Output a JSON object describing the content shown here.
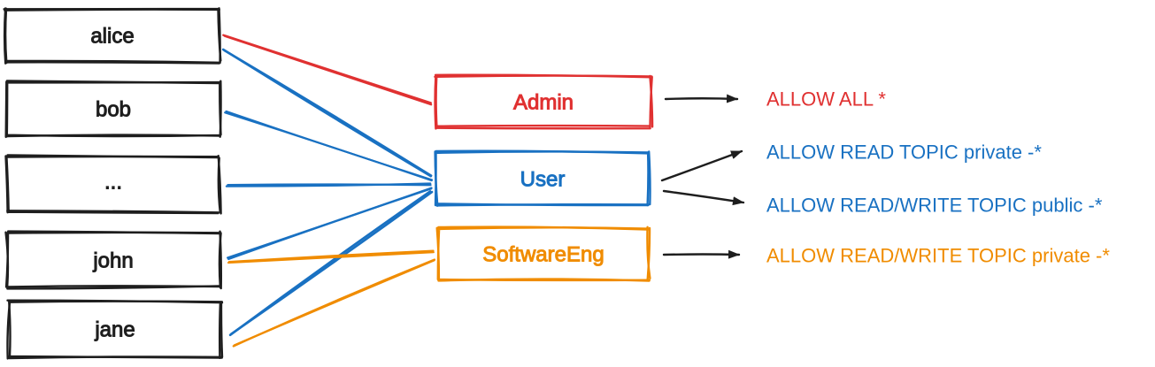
{
  "colors": {
    "background": "#ffffff",
    "ink": "#1e1e1e",
    "red": "#e03131",
    "blue": "#1971c2",
    "orange": "#f08c00"
  },
  "users": [
    {
      "label": "alice"
    },
    {
      "label": "bob"
    },
    {
      "label": "..."
    },
    {
      "label": "john"
    },
    {
      "label": "jane"
    }
  ],
  "roles": [
    {
      "label": "Admin",
      "color": "#e03131"
    },
    {
      "label": "User",
      "color": "#1971c2"
    },
    {
      "label": "SoftwareEng",
      "color": "#f08c00"
    }
  ],
  "permissions": [
    {
      "label": "ALLOW ALL *",
      "color": "#e03131",
      "role": "Admin"
    },
    {
      "label": "ALLOW READ TOPIC private -*",
      "color": "#1971c2",
      "role": "User"
    },
    {
      "label": "ALLOW READ/WRITE TOPIC public -*",
      "color": "#1971c2",
      "role": "User"
    },
    {
      "label": "ALLOW READ/WRITE TOPIC private -*",
      "color": "#f08c00",
      "role": "SoftwareEng"
    }
  ],
  "assignments": [
    {
      "user": "alice",
      "role": "Admin"
    },
    {
      "user": "alice",
      "role": "User"
    },
    {
      "user": "bob",
      "role": "User"
    },
    {
      "user": "...",
      "role": "User"
    },
    {
      "user": "john",
      "role": "User"
    },
    {
      "user": "john",
      "role": "SoftwareEng"
    },
    {
      "user": "jane",
      "role": "User"
    },
    {
      "user": "jane",
      "role": "SoftwareEng"
    }
  ]
}
